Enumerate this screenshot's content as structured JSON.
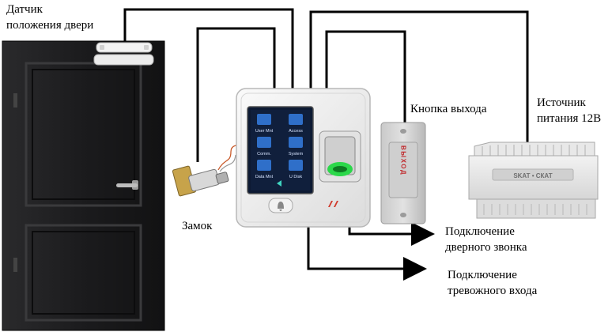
{
  "labels": {
    "door_sensor": [
      "Датчик",
      "положения двери"
    ],
    "lock": "Замок",
    "exit_button": "Кнопка выхода",
    "power_supply": [
      "Источник",
      "питания 12В"
    ],
    "doorbell": [
      "Подключение",
      "дверного звонка"
    ],
    "alarm": [
      "Подключение",
      "тревожного входа"
    ]
  },
  "terminal": {
    "screen_tiles": [
      "User Mnt",
      "Access",
      "Comm.",
      "System",
      "Data Mnt",
      "U Disk"
    ]
  },
  "exit_button_text": "ВЫХОД",
  "power_supply_brand": "SKAT • СКАТ",
  "colors": {
    "wire": "#000000",
    "door": "#1b1b1d",
    "terminal_body": "#eeeeee",
    "screen": "#0d1a33",
    "fingerprint_led": "#2bd84a",
    "exit_text": "#c0282b"
  }
}
